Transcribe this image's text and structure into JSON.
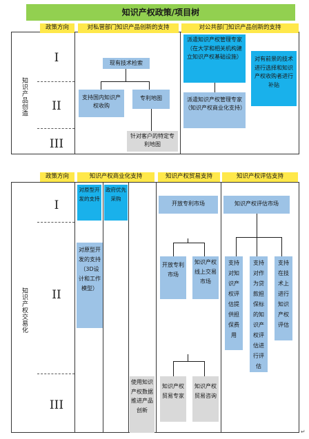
{
  "title": "知识产权政策/项目树",
  "top": {
    "header_policy": "政策方向",
    "header_private": "对私营部门知识产品创新的支持",
    "header_public": "对公共部门知识产品创新的支持",
    "side_label": "知识产品创造",
    "levels": [
      "I",
      "II",
      "III"
    ],
    "nodes": {
      "existing_search": "现有技术检索",
      "domestic_ip_acq": "支持国内知识产权收购",
      "patent_map": "专利地图",
      "custom_patent_map": "针对客户的特定专利地图",
      "dispatch_experts_univ": "派遣知识产权管理专家（在大学和相关机构建立知识产权基础设施）",
      "dispatch_experts_comm": "派遣知识产权管理专家（知识产权商业化支持）",
      "subsidy_tech": "对有前景的技术进行选择和知识产权收购者进行补贴"
    }
  },
  "bottom": {
    "header_policy": "政策方向",
    "header_comm": "知识产权商业化支持",
    "header_trade": "知识产权贸易支持",
    "header_eval": "知识产权评估支持",
    "side_label": "知识产权交易化",
    "levels": [
      "I",
      "II",
      "III"
    ],
    "nodes": {
      "prototype_dev_1": "对原型开发的支持",
      "gov_procurement": "政府优先采购",
      "open_patent_market": "开放专利市场",
      "ip_eval_market": "知识产权评估市场",
      "prototype_dev_2": "对原型开发的支持（3D设计和工作模型）",
      "open_patent_market_2": "开放专利市场",
      "ip_online_market": "知识产权线上交易市场",
      "support_ip_eval_cost": "支持对知识产权评估提供担保费用",
      "support_loan_guarantee": "支持对作为贷款担保标的知识产权评估进行评估",
      "support_tech_eval": "支持在技术上进行知识产权评估",
      "ip_data_promo": "使用知识产权数据推进产品创新",
      "ip_trade_expert": "知识产权贸易专家",
      "ip_trade_consult": "知识产权贸易咨询"
    }
  },
  "return_mark": "↵"
}
